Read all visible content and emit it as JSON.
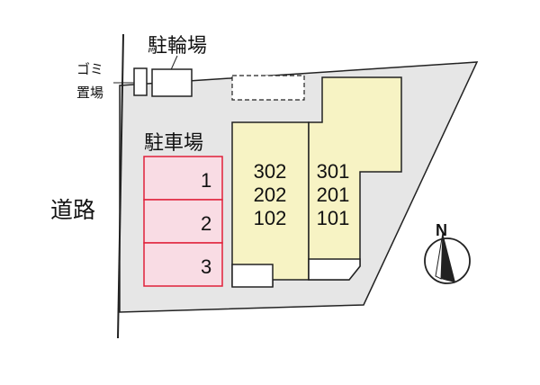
{
  "labels": {
    "bicycle_parking": "駐輪場",
    "garbage_area_line1": "ゴミ",
    "garbage_area_line2": "置場",
    "car_parking": "駐車場",
    "road": "道路",
    "north": "N"
  },
  "parking_spaces": [
    "1",
    "2",
    "3"
  ],
  "buildings": {
    "left_rooms": [
      "302",
      "202",
      "102"
    ],
    "right_rooms": [
      "301",
      "201",
      "101"
    ]
  },
  "colors": {
    "lot_fill": "#e6e6e6",
    "building_fill": "#f7f3c4",
    "parking_fill": "#f9dce4",
    "parking_stroke": "#e0203a",
    "line": "#222222"
  }
}
